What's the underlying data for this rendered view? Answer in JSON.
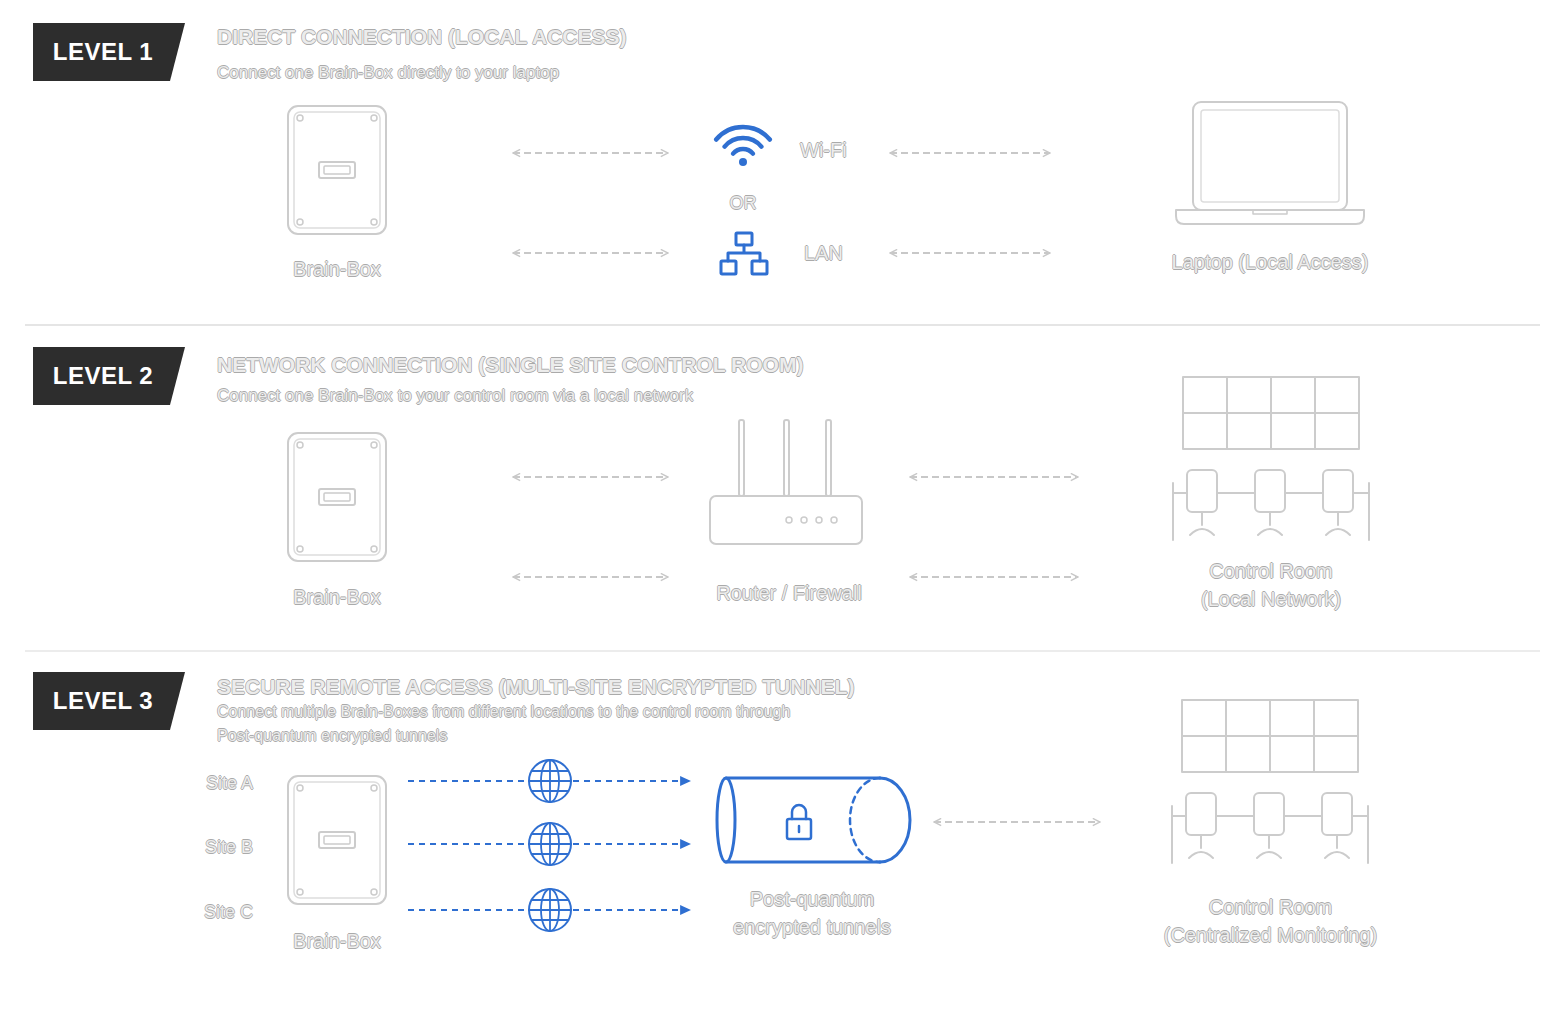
{
  "diagram": {
    "nodes": [
      {
        "text": [
          "LEVEL 1"
        ]
      },
      {
        "text": [
          "Brain-Box"
        ]
      },
      {
        "text": [
          "Wi-Fi"
        ]
      },
      {
        "text": [
          "LAN"
        ]
      },
      {
        "text": [
          "Laptop (Local Access)"
        ]
      },
      {
        "text": [
          "LEVEL 2"
        ]
      },
      {
        "text": [
          "Brain-Box"
        ]
      },
      {
        "text": [
          "Router / Firewall"
        ]
      },
      {
        "text": [
          "Control Room (Local Network)"
        ]
      },
      {
        "text": [
          "LEVEL 3"
        ]
      },
      {
        "text": [
          "Brain-Box"
        ]
      },
      {
        "text": [
          "Post-quantum encrypted tunnels"
        ]
      },
      {
        "text": [
          "Control Room (Centralized Monitoring)"
        ]
      }
    ],
    "edges": [
      {
        "from": 1,
        "to": 2,
        "arrow": "both"
      },
      {
        "from": 2,
        "to": 4,
        "arrow": "both"
      },
      {
        "from": 1,
        "to": 3,
        "arrow": "both"
      },
      {
        "from": 3,
        "to": 4,
        "arrow": "both"
      },
      {
        "from": 6,
        "to": 7,
        "arrow": "both"
      },
      {
        "from": 6,
        "to": 7,
        "arrow": "both"
      },
      {
        "from": 7,
        "to": 8,
        "arrow": "both"
      },
      {
        "from": 7,
        "to": 8,
        "arrow": "both"
      },
      {
        "from": 10,
        "to": 11,
        "arrow": "to"
      },
      {
        "from": 10,
        "to": 11,
        "arrow": "to"
      },
      {
        "from": 10,
        "to": 11,
        "arrow": "to"
      },
      {
        "from": 11,
        "to": 12,
        "arrow": "both"
      }
    ],
    "labels": [
      "DIRECT CONNECTION (LOCAL ACCESS)",
      "Connect one Brain-Box directly to your laptop",
      "OR",
      "NETWORK CONNECTION (SINGLE SITE CONTROL ROOM)",
      "Connect one Brain-Box to your control room via a local network",
      "SECURE REMOTE ACCESS (MULTI-SITE ENCRYPTED TUNNEL)",
      "Connect multiple Brain-Boxes from different locations to the control room through Post-quantum encrypted tunnels",
      "Site A",
      "Site B",
      "Site C"
    ]
  }
}
